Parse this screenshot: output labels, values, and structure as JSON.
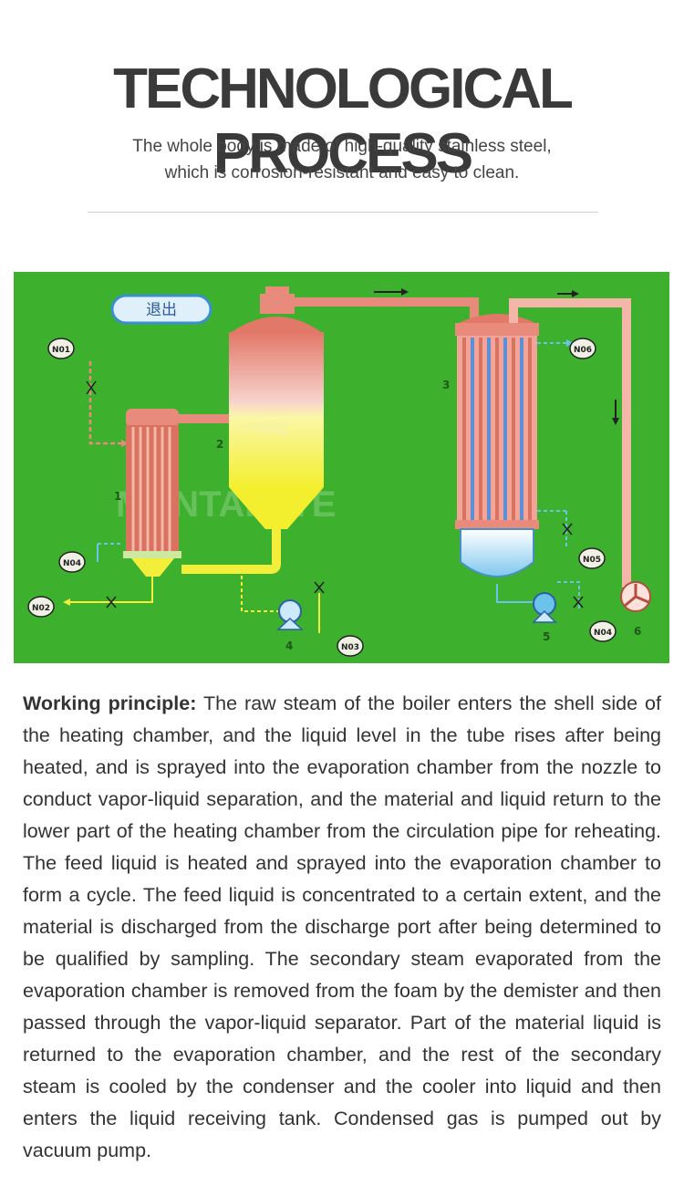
{
  "header": {
    "title": "TECHNOLOGICAL PROCESS",
    "subtitle_line1": "The whole body is made of high-quality stainless steel,",
    "subtitle_line2": "which is corrosion-resistant and easy to clean."
  },
  "diagram": {
    "exit_button": "退出",
    "watermark": "MANTAISITE",
    "labels": {
      "n01": "N01",
      "n02": "N02",
      "n03": "N03",
      "n04_left": "N04",
      "n04_right": "N04",
      "n05": "N05",
      "n06": "N06",
      "num1": "1",
      "num2": "2",
      "num3": "3",
      "num4": "4",
      "num5": "5",
      "num6": "6"
    },
    "colors": {
      "background": "#3db02e",
      "steam": "#e88a7c",
      "liquid": "#f2ee3a",
      "coolant": "#6cc3ea"
    }
  },
  "principle": {
    "lead": "Working principle:",
    "body": " The raw steam of the boiler enters the shell side of the heating chamber, and the liquid level in the tube rises after being heated, and is sprayed into the evaporation chamber from the nozzle to conduct vapor-liquid separation, and the material and liquid return to the lower part of the heating chamber from the circulation pipe for reheating. The feed liquid is heated and sprayed into the evaporation chamber to form a cycle. The feed liquid is concentrated to a certain extent, and the material is discharged from the discharge port after being determined to be qualified by sampling. The secondary steam evaporated from the evaporation chamber is removed from the foam by the demister and then passed through the vapor-liquid separator. Part of the material liquid is returned to the evaporation chamber, and the rest of the secondary steam is cooled by the condenser and the cooler into liquid and then enters the liquid receiving tank. Condensed gas is pumped out by vacuum pump."
  }
}
